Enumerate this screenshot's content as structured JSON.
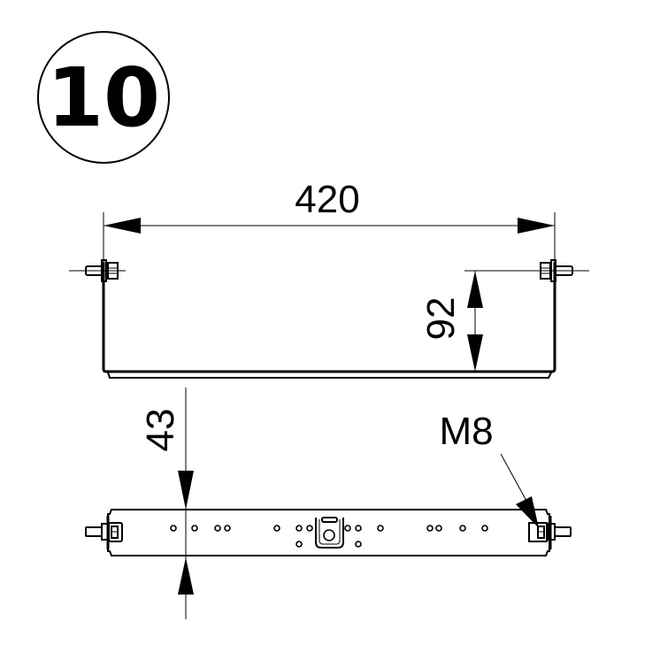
{
  "step": {
    "number": "10"
  },
  "dimensions": {
    "width": {
      "value": "420",
      "orientation": "horizontal"
    },
    "height": {
      "value": "92",
      "orientation": "vertical"
    },
    "depth": {
      "value": "43",
      "orientation": "vertical"
    }
  },
  "callouts": {
    "bolt": {
      "label": "M8"
    }
  },
  "views": {
    "front": {
      "description": "bracket side view with bolts at both ends"
    },
    "bottom": {
      "description": "bracket top/bottom view with mounting holes and center clip"
    }
  },
  "colors": {
    "line": "#000000",
    "background": "#ffffff"
  }
}
